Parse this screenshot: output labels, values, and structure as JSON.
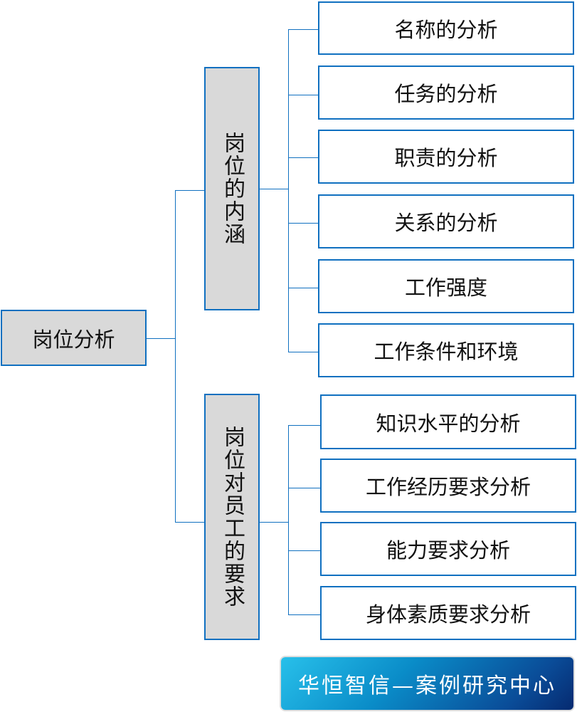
{
  "root": "岗位分析",
  "branches": [
    {
      "label": "岗位的内涵",
      "items": [
        "名称的分析",
        "任务的分析",
        "职责的分析",
        "关系的分析",
        "工作强度",
        "工作条件和环境"
      ]
    },
    {
      "label": "岗位对员工的要求",
      "items": [
        "知识水平的分析",
        "工作经历要求分析",
        "能力要求分析",
        "身体素质要求分析"
      ]
    }
  ],
  "banner": "华恒智信—案例研究中心",
  "colors": {
    "border": "#1070c0",
    "node_fill": "#d9d9d9"
  }
}
